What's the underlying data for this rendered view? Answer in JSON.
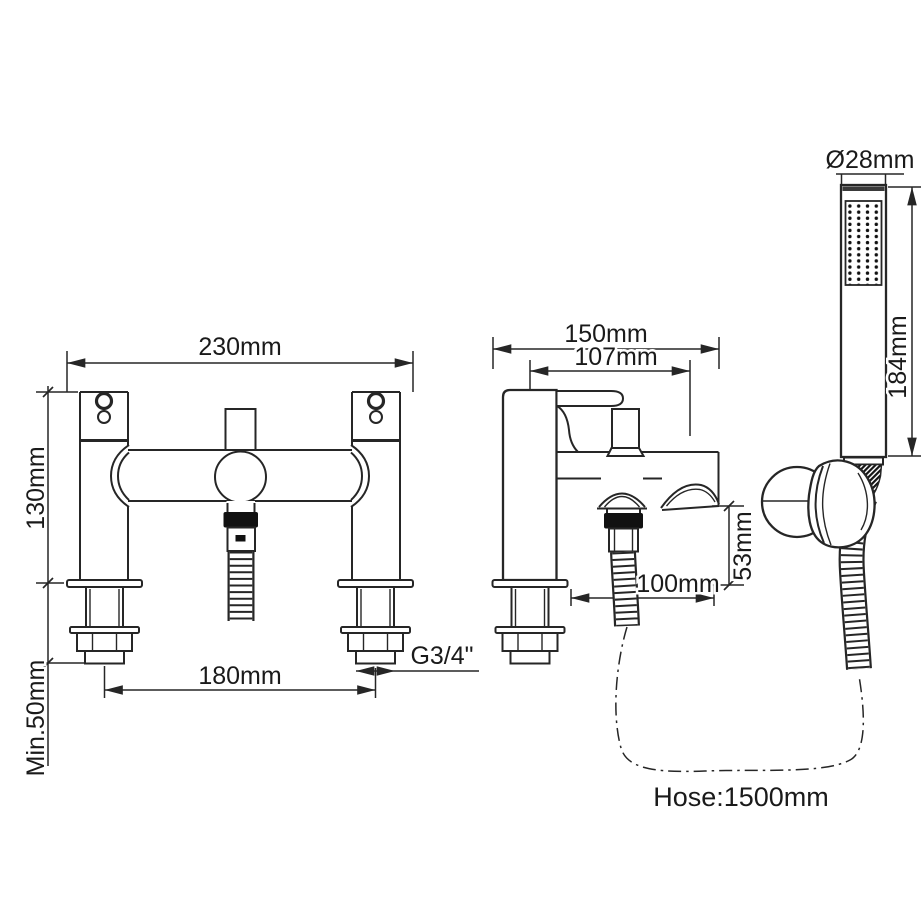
{
  "front_view": {
    "overall_width": "230mm",
    "body_height": "130mm",
    "min_deck_clearance": "Min.50mm",
    "tap_centres": "180mm",
    "thread_size": "G3/4\""
  },
  "side_view": {
    "overall_depth": "150mm",
    "handle_projection": "107mm",
    "outlet_height": "53mm",
    "outlet_projection": "100mm"
  },
  "handset": {
    "head_diameter": "Ø28mm",
    "handset_length": "184mm",
    "hose_length": "Hose:1500mm"
  },
  "colors": {
    "line": "#262626",
    "fill_dark": "#111111",
    "background": "#ffffff"
  }
}
